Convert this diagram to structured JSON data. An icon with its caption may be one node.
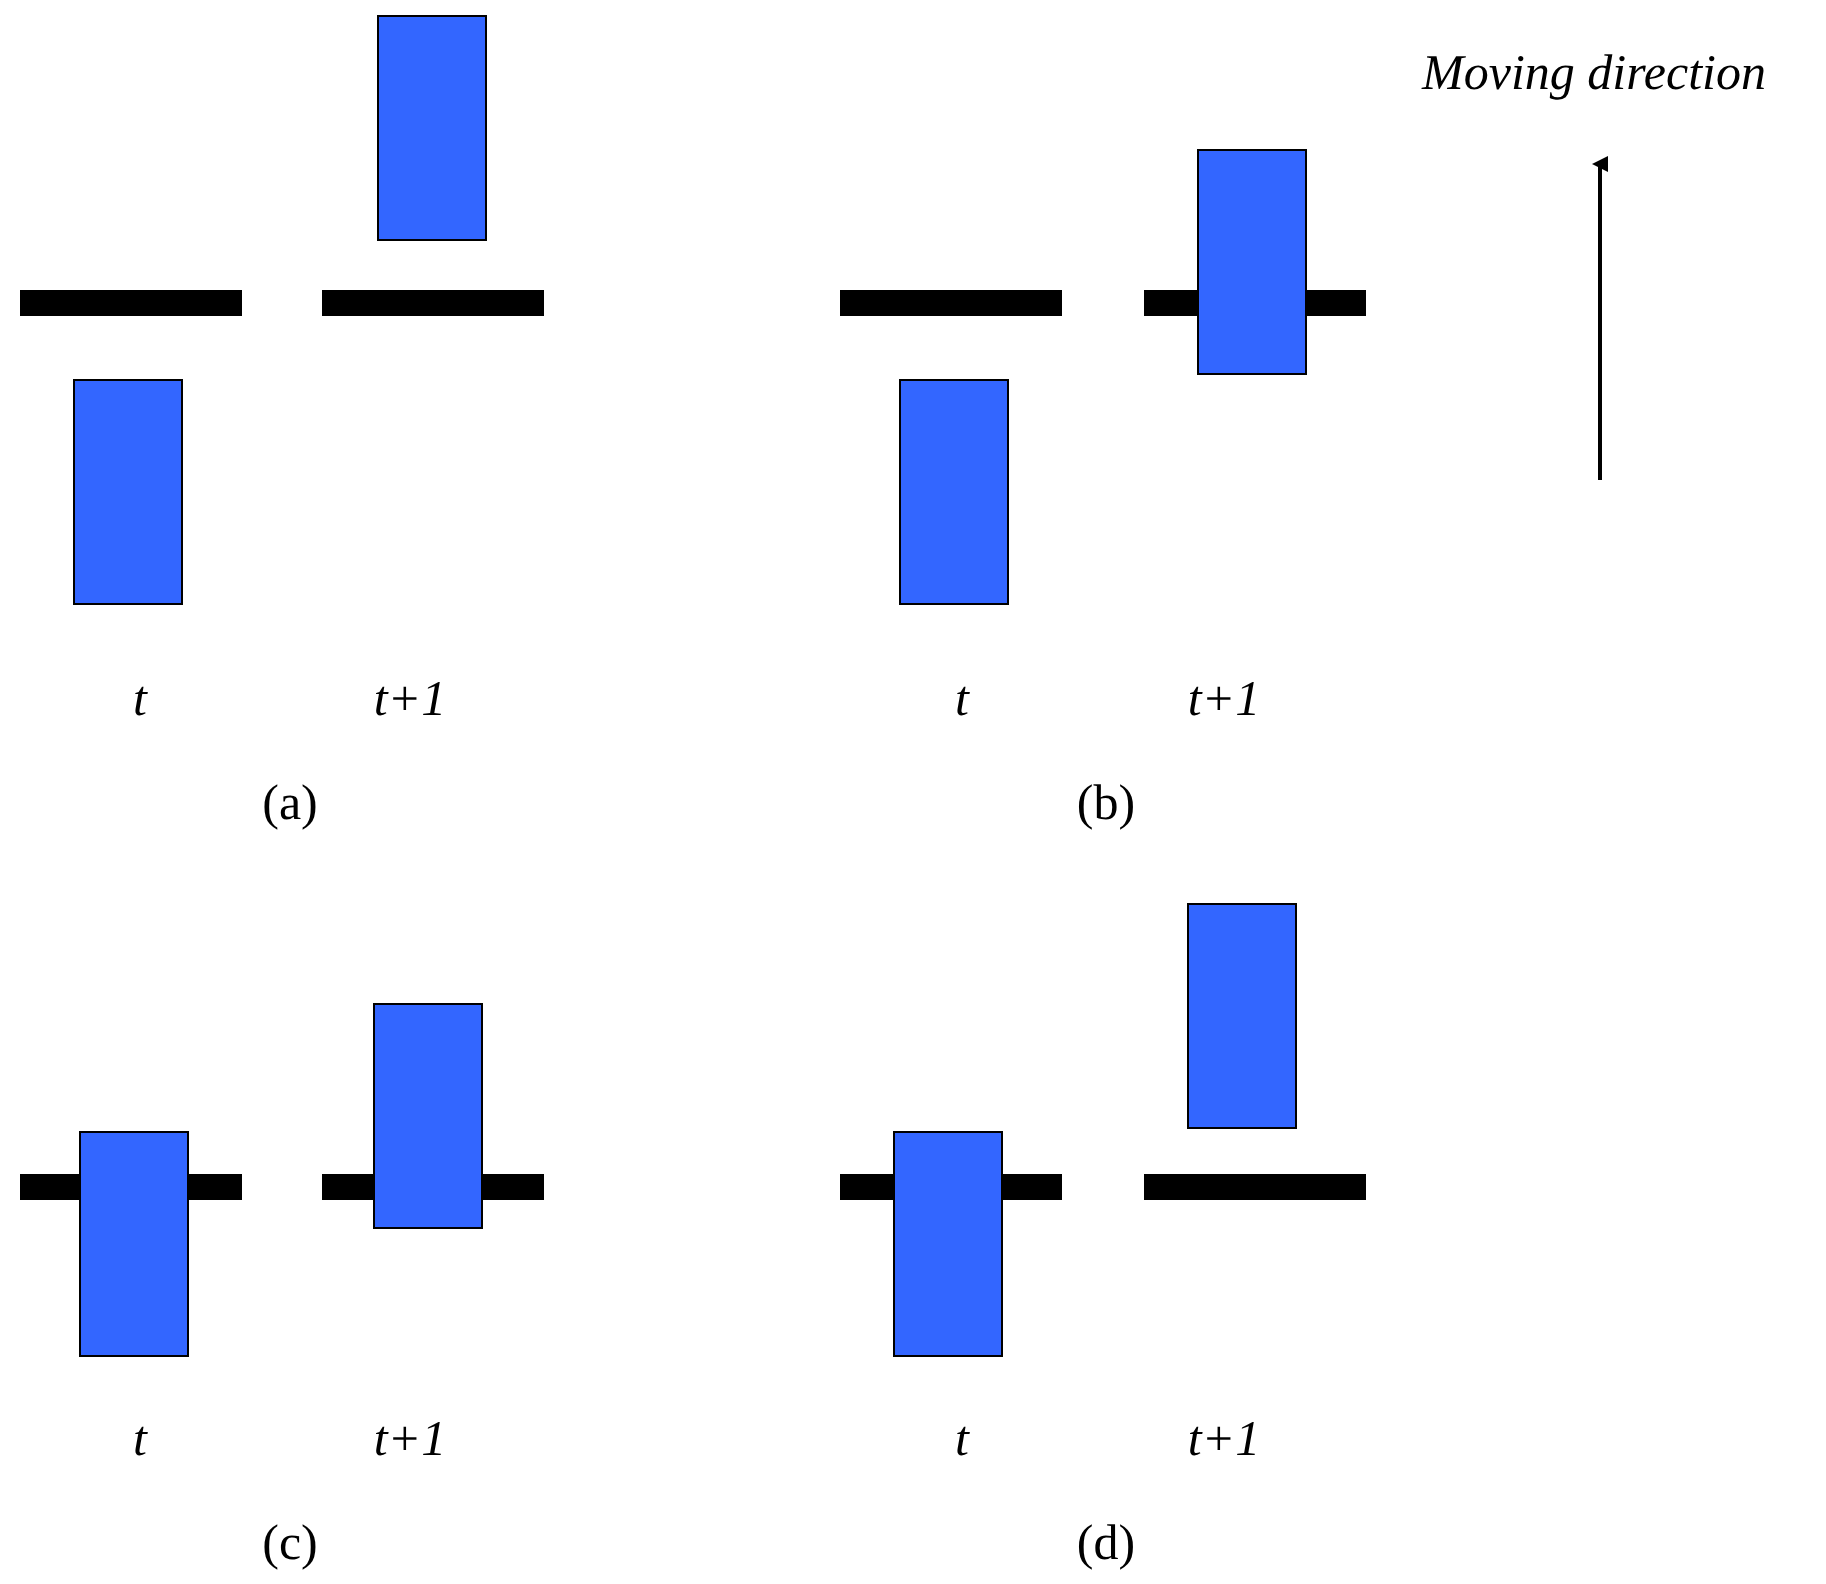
{
  "diagram": {
    "labels": [
      "Moving direction",
      "t",
      "t+1",
      "t",
      "t+1",
      "(a)",
      "(b)",
      "t",
      "t+1",
      "t",
      "t+1",
      "(c)",
      "(d)"
    ]
  }
}
